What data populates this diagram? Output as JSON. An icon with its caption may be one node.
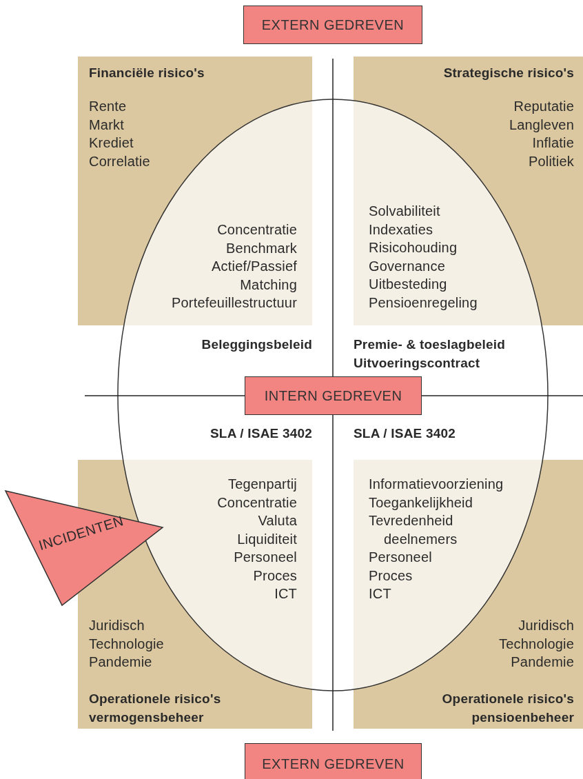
{
  "diagram": {
    "nodes": [
      {
        "text": [
          "EXTERN GEDREVEN"
        ]
      },
      {
        "text": [
          "Financiële risico's",
          "Rente",
          "Markt",
          "Krediet",
          "Correlatie",
          "Concentratie",
          "Benchmark",
          "Actief/Passief",
          "Matching",
          "Portefeuillestructuur"
        ]
      },
      {
        "text": [
          "Strategische risico's",
          "Reputatie",
          "Langleven",
          "Inflatie",
          "Politiek",
          "Solvabiliteit",
          "Indexaties",
          "Risicohouding",
          "Governance",
          "Uitbesteding",
          "Pensioenregeling"
        ]
      },
      {
        "text": [],
        "shape": "ellipse"
      },
      {
        "text": [
          "INTERN GEDREVEN"
        ],
        "in": 3
      },
      {
        "text": [
          "Tegenpartij",
          "Concentratie",
          "Valuta",
          "Liquiditeit",
          "Personeel",
          "Proces",
          "ICT",
          "Juridisch",
          "Technologie",
          "Pandemie",
          "Operationele risico's vermogensbeheer"
        ]
      },
      {
        "text": [
          "Informatievoorziening",
          "Toegankelijkheid",
          "Tevredenheid deelnemers",
          "Personeel",
          "Proces",
          "ICT",
          "Juridisch",
          "Technologie",
          "Pandemie",
          "Operationele risico's pensioenbeheer"
        ]
      },
      {
        "text": [
          "INCIDENTEN"
        ]
      },
      {
        "text": [
          "EXTERN GEDREVEN"
        ]
      }
    ],
    "edges": [],
    "labels": [
      "Beleggingsbeleid",
      "Premie- & toeslagbeleid",
      "Uitvoeringscontract",
      "SLA / ISAE 3402",
      "SLA / ISAE 3402"
    ]
  }
}
